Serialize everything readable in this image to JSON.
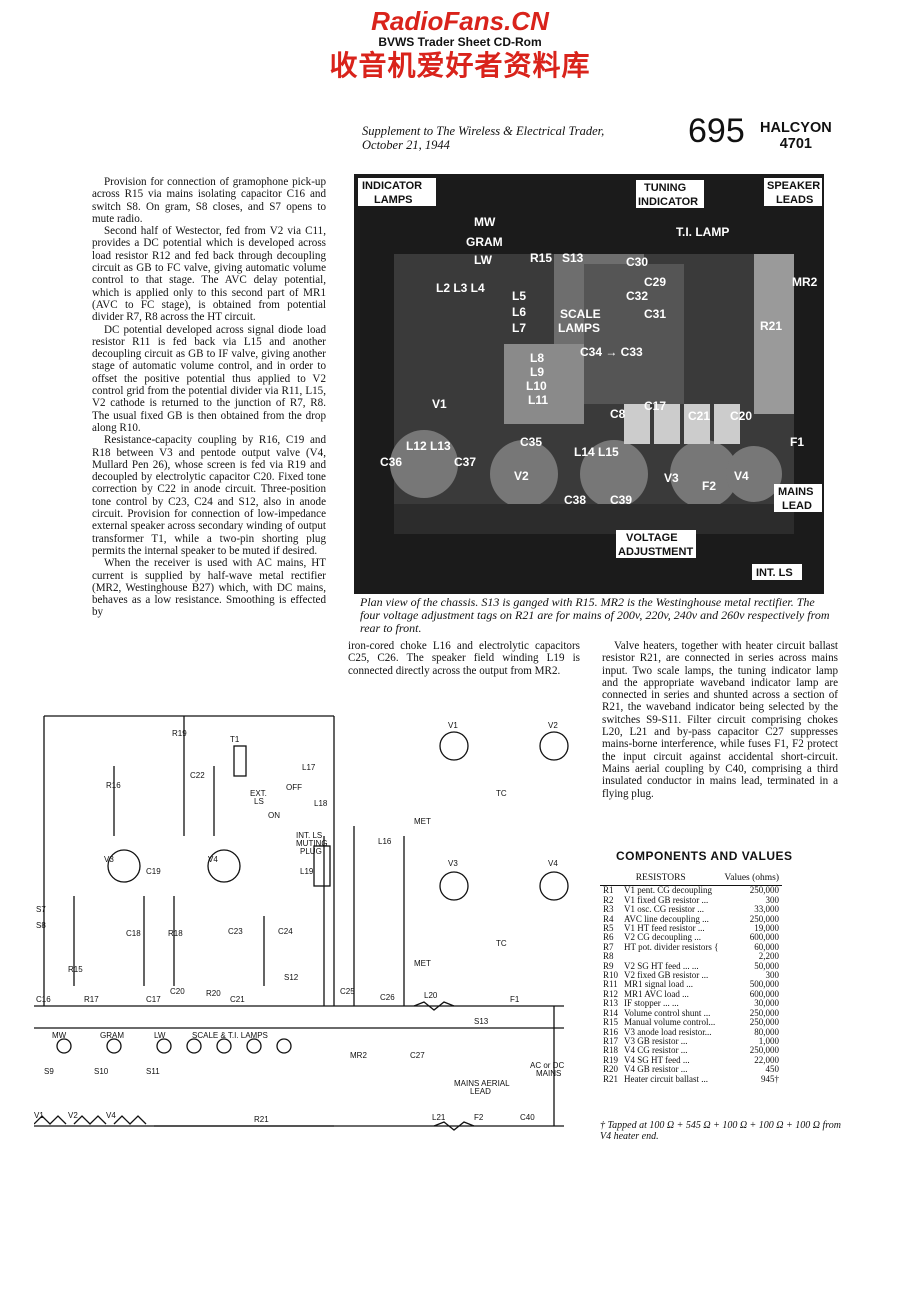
{
  "header": {
    "site_title": "RadioFans.CN",
    "site_subtitle": "BVWS Trader Sheet CD-Rom",
    "site_chinese": "收音机爱好者资料库",
    "supplement": "Supplement to The Wireless & Electrical Trader, October 21, 1944",
    "page_number": "695",
    "brand": "HALCYON",
    "model": "4701"
  },
  "left_column": [
    "Provision for connection of gramophone pick-up across R15 via mains isolating capacitor C16 and switch S8. On gram, S8 closes, and S7 opens to mute radio.",
    "Second half of Westector, fed from V2 via C11, provides a DC potential which is developed across load resistor R12 and fed back through decoupling circuit as GB to FC valve, giving automatic volume control to that stage. The AVC delay potential, which is applied only to this second part of MR1 (AVC to FC stage), is obtained from potential divider R7, R8 across the HT circuit.",
    "DC potential developed across signal diode load resistor R11 is fed back via L15 and another decoupling circuit as GB to IF valve, giving another stage of automatic volume control, and in order to offset the positive potential thus applied to V2 control grid from the potential divider via R11, L15, V2 cathode is returned to the junction of R7, R8. The usual fixed GB is then obtained from the drop along R10.",
    "Resistance-capacity coupling by R16, C19 and R18 between V3 and pentode output valve (V4, Mullard Pen 26), whose screen is fed via R19 and decoupled by electrolytic capacitor C20. Fixed tone correction by C22 in anode circuit. Three-position tone control by C23, C24 and S12, also in anode circuit. Provision for connection of low-impedance external speaker across secondary winding of output transformer T1, while a two-pin shorting plug permits the internal speaker to be muted if desired.",
    "When the receiver is used with AC mains, HT current is supplied by half-wave metal rectifier (MR2, Westinghouse B27) which, with DC mains, behaves as a low resistance. Smoothing is effected by"
  ],
  "middle_column": "iron-cored choke L16 and electrolytic capacitors C25, C26. The speaker field winding L19 is connected directly across the output from MR2.",
  "right_column": "Valve heaters, together with heater circuit ballast resistor R21, are connected in series across mains input. Two scale lamps, the tuning indicator lamp and the appropriate waveband indicator lamp are connected in series and shunted across a section of R21, the waveband indicator being selected by the switches S9-S11. Filter circuit comprising chokes L20, L21 and by-pass capacitor C27 suppresses mains-borne interference, while fuses F1, F2 protect the input circuit against accidental short-circuit. Mains aerial coupling by C40, comprising a third insulated conductor in mains lead, terminated in a flying plug.",
  "photo": {
    "labels": [
      "INDICATOR LAMPS",
      "TUNING INDICATOR",
      "SPEAKER LEADS",
      "T.I. LAMP",
      "MW",
      "GRAM",
      "LW",
      "R15",
      "S13",
      "C30",
      "C29",
      "C32",
      "C31",
      "L2",
      "L3",
      "L4",
      "L5",
      "L6",
      "L7",
      "SCALE LAMPS",
      "MR2",
      "R21",
      "C34",
      "C33",
      "L8",
      "L9",
      "L10",
      "L11",
      "V1",
      "C8",
      "C17",
      "C21",
      "C20",
      "F1",
      "L12",
      "L13",
      "C35",
      "L14",
      "L15",
      "C36",
      "C37",
      "V2",
      "V3",
      "V4",
      "F2",
      "C38",
      "C39",
      "MAINS LEAD",
      "VOLTAGE ADJUSTMENT",
      "INT. LS"
    ],
    "caption": "Plan view of the chassis. S13 is ganged with R15. MR2 is the Westinghouse metal rectifier. The four voltage adjustment tags on R21 are for mains of 200v, 220v, 240v and 260v respectively from rear to front."
  },
  "schematic_labels": [
    "R19",
    "T1",
    "L17",
    "C22",
    "R16",
    "EXT. LS",
    "OFF",
    "ON",
    "L18",
    "INT. LS MUTING PLUG",
    "L16",
    "L19",
    "V3",
    "C19",
    "V4",
    "S7",
    "S8",
    "C18",
    "R18",
    "C23",
    "C24",
    "S12",
    "R15",
    "C16",
    "R17",
    "C17",
    "C20",
    "R20",
    "C21",
    "C25",
    "C26",
    "L20",
    "S13",
    "F1",
    "MW",
    "GRAM",
    "LW",
    "SCALE & T.I. LAMPS",
    "S9",
    "S10",
    "S11",
    "MR2",
    "C27",
    "AC or DC MAINS",
    "MAINS AERIAL LEAD",
    "V1",
    "V2",
    "V4",
    "R21",
    "L21",
    "F2",
    "C40",
    "TC",
    "MET",
    "V1",
    "V2",
    "V3",
    "V4"
  ],
  "components": {
    "title": "COMPONENTS AND VALUES",
    "header": [
      "RESISTORS",
      "Values (ohms)"
    ],
    "rows": [
      [
        "R1",
        "V1 pent. CG decoupling",
        "250,000"
      ],
      [
        "R2",
        "V1 fixed GB resistor ...",
        "300"
      ],
      [
        "R3",
        "V1 osc. CG resistor ...",
        "33,000"
      ],
      [
        "R4",
        "AVC line decoupling ...",
        "250,000"
      ],
      [
        "R5",
        "V1 HT feed resistor ...",
        "19,000"
      ],
      [
        "R6",
        "V2 CG decoupling ...",
        "600,000"
      ],
      [
        "R7",
        "HT pot. divider resistors {",
        "60,000"
      ],
      [
        "R8",
        "",
        "2,200"
      ],
      [
        "R9",
        "V2 SG HT feed ... ...",
        "50,000"
      ],
      [
        "R10",
        "V2 fixed GB resistor ...",
        "300"
      ],
      [
        "R11",
        "MR1 signal load ...",
        "500,000"
      ],
      [
        "R12",
        "MR1 AVC load ...",
        "600,000"
      ],
      [
        "R13",
        "IF stopper ... ...",
        "30,000"
      ],
      [
        "R14",
        "Volume control shunt ...",
        "250,000"
      ],
      [
        "R15",
        "Manual volume control...",
        "250,000"
      ],
      [
        "R16",
        "V3 anode load resistor...",
        "80,000"
      ],
      [
        "R17",
        "V3 GB resistor ...",
        "1,000"
      ],
      [
        "R18",
        "V4 CG resistor ...",
        "250,000"
      ],
      [
        "R19",
        "V4 SG HT feed ...",
        "22,000"
      ],
      [
        "R20",
        "V4 GB resistor ...",
        "450"
      ],
      [
        "R21",
        "Heater circuit ballast ...",
        "945†"
      ]
    ],
    "footnote": "† Tapped at 100 Ω + 545 Ω + 100 Ω + 100 Ω + 100 Ω from V4 heater end."
  },
  "colors": {
    "watermark_red": "#d9231b",
    "photo_dark": "#1d1d1d"
  }
}
